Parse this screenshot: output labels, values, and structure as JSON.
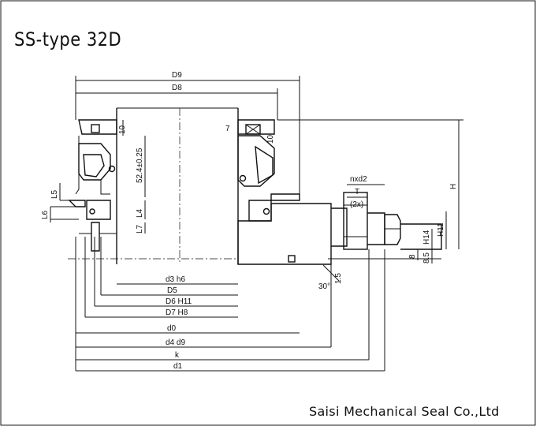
{
  "title": "SS-type 32D",
  "company": "Saisi Mechanical Seal Co.,Ltd",
  "dimensions": {
    "D9": "D9",
    "D8": "D8",
    "L10": "10",
    "L7a": "7",
    "L10b": "10",
    "L52": "52.4±0.25",
    "L5": "L5",
    "L6": "L6",
    "L4": "L4",
    "L7": "L7",
    "H": "H",
    "nxd2": "nxd2",
    "T": "T",
    "x2": "(2x)",
    "H11": "H11",
    "H14": "H14",
    "n8": "8",
    "n85": "8.5",
    "a30": "30°",
    "n15": "1.5",
    "d3": "d3 h6",
    "D5": "D5",
    "D6": "D6 H11",
    "D7": "D7 H8",
    "d0": "d0",
    "d4": "d4 d9",
    "k": "k",
    "d1": "d1"
  }
}
